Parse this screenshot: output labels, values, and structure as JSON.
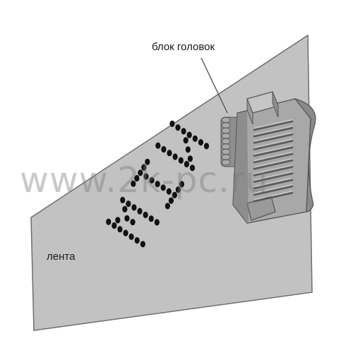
{
  "labels": {
    "head_block": "блок головок",
    "tape": "лента"
  },
  "tape_text": "WIN",
  "watermark": "www.2k-pc.ru",
  "colors": {
    "tape_fill": "#c2c2c2",
    "tape_stroke": "#6e6e6e",
    "dot": "#111111",
    "head_light": "#b0b0b0",
    "head_mid": "#8f8f8f",
    "head_dark": "#6a6a6a",
    "needle": "#7a7a7a",
    "leader": "#555555"
  }
}
